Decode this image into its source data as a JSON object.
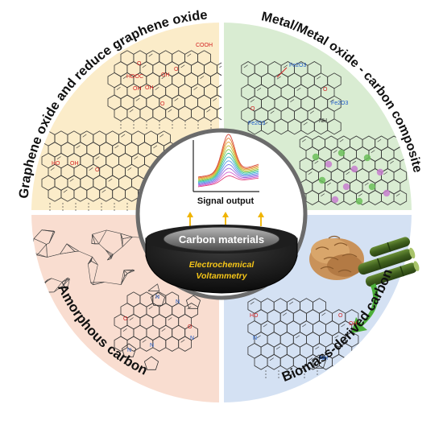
{
  "colors": {
    "graphene_oxide_bg": "#fbecc9",
    "metal_oxide_bg": "#d9ecd2",
    "amorphous_bg": "#f9ddd0",
    "biomass_bg": "#d4e1f3",
    "center_ring": "#6b6b6b",
    "bowl_dark": "#111111",
    "bowl_lid": "#7f7f7f",
    "electro_text": "#f5c518",
    "arrow": "#f0b400",
    "accent_red": "#d22020",
    "accent_blue": "#1f5cc9",
    "leaf_arrow": "#4caf3a"
  },
  "quadrants": {
    "top_left": {
      "label": "Graphene oxide and reduce graphene oxide"
    },
    "top_right": {
      "label": "Metal/Metal oxide - carbon composite"
    },
    "bottom_left": {
      "label": "Amorphous carbon"
    },
    "bottom_right": {
      "label": "Biomass-derived carbon"
    }
  },
  "center": {
    "signal_label": "Signal output",
    "lid_label": "Carbon materials",
    "bowl_line1": "Electrochemical",
    "bowl_line2": "Voltammetry"
  },
  "chem_labels": {
    "go_top": [
      "HOOC",
      "COOH",
      "OH",
      "OH",
      "OH",
      "O",
      "O",
      "O"
    ],
    "go_bottom": [
      "HO",
      "OH",
      "O"
    ],
    "metal": [
      "Fe2O3",
      "Fe2O3",
      "Fe2O3",
      "O",
      "O",
      "NH"
    ],
    "amorphous": [
      "N",
      "N",
      "N",
      "N",
      "N",
      "O",
      "O"
    ],
    "biomass": [
      "HO",
      "O",
      "OH",
      "N",
      "NH"
    ]
  }
}
